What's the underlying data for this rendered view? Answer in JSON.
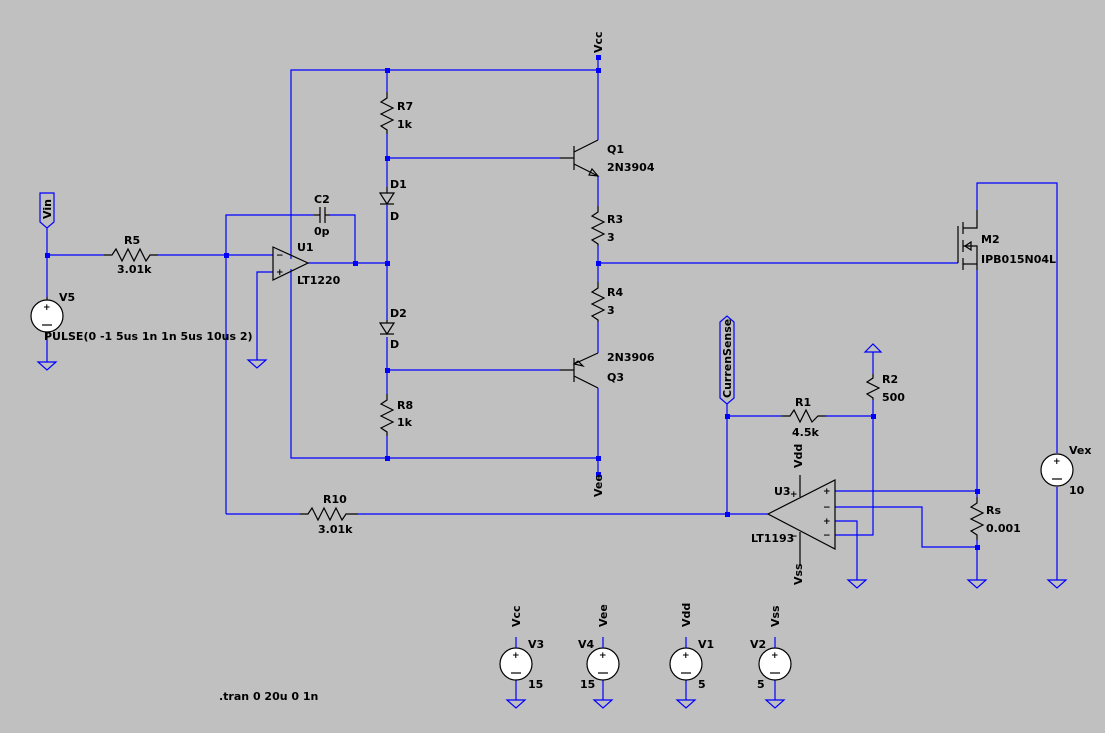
{
  "components": {
    "R7": {
      "ref": "R7",
      "value": "1k"
    },
    "R8": {
      "ref": "R8",
      "value": "1k"
    },
    "R5": {
      "ref": "R5",
      "value": "3.01k"
    },
    "R10": {
      "ref": "R10",
      "value": "3.01k"
    },
    "R3": {
      "ref": "R3",
      "value": "3"
    },
    "R4": {
      "ref": "R4",
      "value": "3"
    },
    "R1": {
      "ref": "R1",
      "value": "4.5k"
    },
    "R2": {
      "ref": "R2",
      "value": "500"
    },
    "Rs": {
      "ref": "Rs",
      "value": "0.001"
    },
    "C2": {
      "ref": "C2",
      "value": "0p"
    },
    "D1": {
      "ref": "D1",
      "value": "D"
    },
    "D2": {
      "ref": "D2",
      "value": "D"
    },
    "Q1": {
      "ref": "Q1",
      "value": "2N3904"
    },
    "Q3": {
      "ref": "Q3",
      "value": "2N3906"
    },
    "M2": {
      "ref": "M2",
      "value": "IPB015N04L"
    },
    "U1": {
      "ref": "U1",
      "value": "LT1220"
    },
    "U3": {
      "ref": "U3",
      "value": "LT1193"
    },
    "V5": {
      "ref": "V5",
      "value": "PULSE(0 -1 5us 1n 1n 5us 10us 2)"
    },
    "Vex": {
      "ref": "Vex",
      "value": "10"
    },
    "V3": {
      "ref": "V3",
      "value": "15"
    },
    "V4": {
      "ref": "V4",
      "value": "15"
    },
    "V1": {
      "ref": "V1",
      "value": "5"
    },
    "V2": {
      "ref": "V2",
      "value": "5"
    }
  },
  "nets": {
    "vcc": "Vcc",
    "vee": "Vee",
    "vdd": "Vdd",
    "vss": "Vss",
    "vin": "Vin",
    "current_sense": "CurrenSense"
  },
  "pins": {
    "plus": "+",
    "minus": "−"
  },
  "directive": ".tran 0 20u 0 1n"
}
